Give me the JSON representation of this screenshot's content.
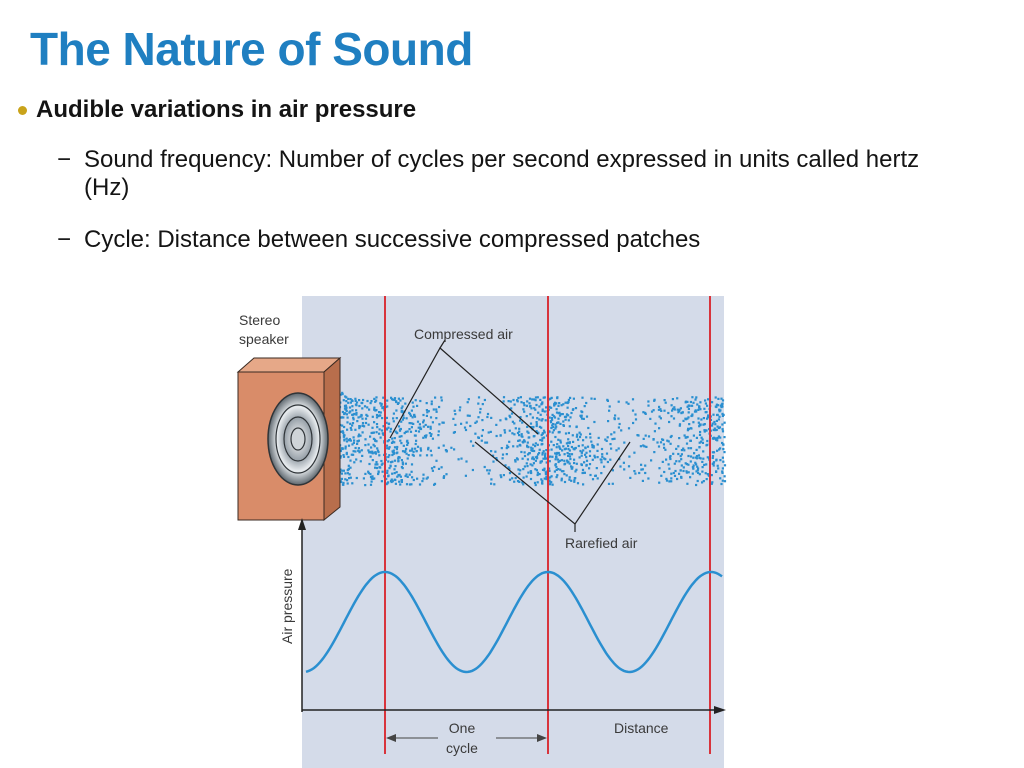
{
  "slide": {
    "title": "The Nature of Sound",
    "bullet": "Audible variations in air pressure",
    "subbullets": [
      {
        "dash": "−",
        "text": "Sound frequency: Number of cycles per second expressed in units called hertz (Hz)"
      },
      {
        "dash": "−",
        "text": "Cycle: Distance between successive compressed patches"
      }
    ]
  },
  "diagram": {
    "labels": {
      "speaker_line1": "Stereo",
      "speaker_line2": "speaker",
      "compressed_air": "Compressed air",
      "rarefied_air": "Rarefied air",
      "y_axis": "Air pressure",
      "one_cycle_line1": "One",
      "one_cycle_line2": "cycle",
      "distance": "Distance"
    },
    "colors": {
      "title": "#1f7fc1",
      "bullet": "#c9a31a",
      "panel": "#d4dbe9",
      "particles": "#2a8fd0",
      "wave": "#2a8fd0",
      "markers": "#d8343c",
      "speaker": "#d98c69"
    }
  }
}
